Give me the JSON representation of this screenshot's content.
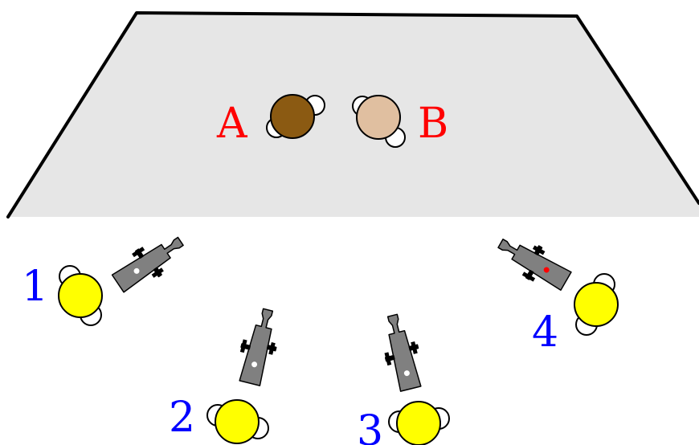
{
  "colors": {
    "stage_fill": "#e6e6e6",
    "stage_edge": "#000000",
    "subject_label": "#ff0000",
    "camera_label": "#0000ff",
    "operator_head": "#ffff00",
    "subject_a_head": "#8b5a12",
    "subject_b_head": "#e0bfa0",
    "camera_body": "#808080",
    "camera_dot_default": "#ffffff",
    "camera_dot_active": "#ff0000"
  },
  "subjects": [
    {
      "label": "A",
      "head_color": "#8b5a12",
      "facing": "right"
    },
    {
      "label": "B",
      "head_color": "#e0bfa0",
      "facing": "left"
    }
  ],
  "cameras": [
    {
      "label": "1",
      "dot_color": "#ffffff",
      "active": false
    },
    {
      "label": "2",
      "dot_color": "#ffffff",
      "active": false
    },
    {
      "label": "3",
      "dot_color": "#ffffff",
      "active": false
    },
    {
      "label": "4",
      "dot_color": "#ff0000",
      "active": true
    }
  ],
  "icons": {
    "subject": "person-topdown-icon",
    "operator": "operator-topdown-icon",
    "camera": "video-camera-icon"
  }
}
